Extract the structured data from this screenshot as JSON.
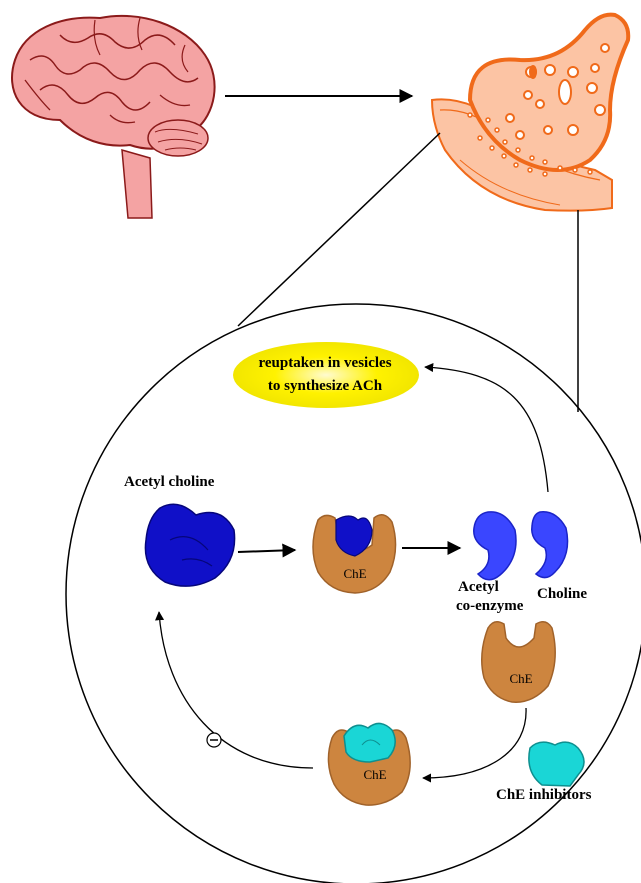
{
  "labels": {
    "reuptake_line1": "reuptaken in vesicles",
    "reuptake_line2": "to synthesize ACh",
    "acetylcholine": "Acetyl choline",
    "acetyl_line1": "Acetyl",
    "acetyl_line2": "co-enzyme",
    "choline": "Choline",
    "che": "ChE",
    "che_inhibitors": "ChE inhibitors",
    "inhibition_sign": "⊖"
  },
  "colors": {
    "brain_fill": "#f4a3a3",
    "brain_stroke": "#8b1a1a",
    "neuron_fill": "#fcc4a4",
    "neuron_stroke": "#f06a1a",
    "acetylcholine": "#1010c8",
    "products": "#3a46ff",
    "enzyme": "#cd853f",
    "inhibitor": "#1ad6d6",
    "highlight": "#fff200"
  },
  "icons": [
    "brain-icon",
    "synapse-icon"
  ]
}
